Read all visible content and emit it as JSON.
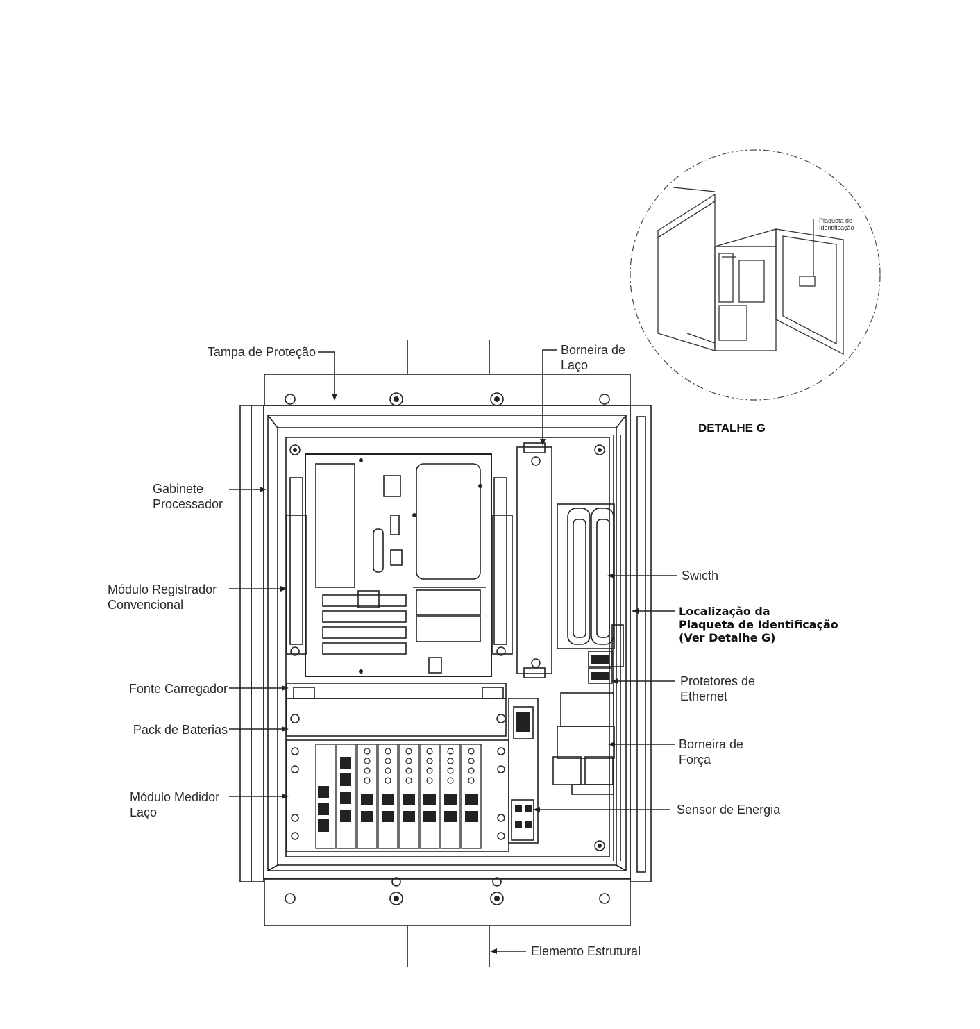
{
  "labels": {
    "tampa": "Tampa de Proteção",
    "gabinete_1": "Gabinete",
    "gabinete_2": "Processador",
    "modulo_reg_1": "Módulo Registrador",
    "modulo_reg_2": "Convencional",
    "fonte": "Fonte Carregador",
    "pack": "Pack de Baterias",
    "modulo_med_1": "Módulo Medidor",
    "modulo_med_2": "Laço",
    "borneira_laco_1": "Borneira de",
    "borneira_laco_2": "Laço",
    "switch": "Swicth",
    "localizacao_1": "Localização da",
    "localizacao_2": "Plaqueta de Identificação",
    "localizacao_3": "(Ver Detalhe G)",
    "protetores_1": "Protetores de",
    "protetores_2": "Ethernet",
    "borneira_forca_1": "Borneira de",
    "borneira_forca_2": "Força",
    "sensor": "Sensor de Energia",
    "elemento": "Elemento Estrutural",
    "detalhe": "DETALHE G",
    "plaqueta_1": "Plaqueta de",
    "plaqueta_2": "Identificação"
  }
}
